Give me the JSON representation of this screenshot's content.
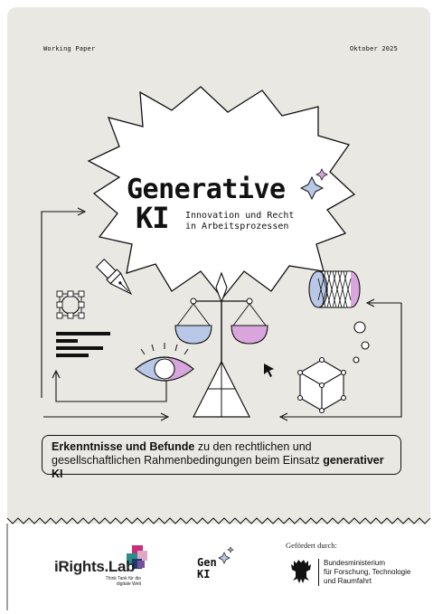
{
  "header": {
    "doc_type": "Working Paper",
    "date": "Oktober 2025"
  },
  "title": {
    "line1": "Generative",
    "line2": "KI",
    "subtitle_line1": "Innovation und Recht",
    "subtitle_line2": "in Arbeitsprozessen"
  },
  "findings": {
    "bold_start": "Erkenntnisse und Befunde",
    "middle": " zu den rechtlichen und gesellschaftlichen Rahmenbedingungen beim Einsatz ",
    "bold_end": "generativer KI"
  },
  "footer": {
    "irights_name": "iRights.Lab",
    "irights_tag_line1": "Think Tank für die",
    "irights_tag_line2": "digitale Welt",
    "genki_line1": "Gen",
    "genki_line2": "KI",
    "funded_label": "Gefördert durch:",
    "ministry_line1": "Bundesministerium",
    "ministry_line2": "für Forschung, Technologie",
    "ministry_line3": "und Raumfahrt"
  },
  "colors": {
    "background": "#e9e8e2",
    "blue_accent": "#b9c8e6",
    "pink_accent": "#d8a6dc",
    "magenta": "#c4307a",
    "teal": "#2a8c8c"
  },
  "icons": [
    "sparkle-icon",
    "fountain-pen-icon",
    "scale-icon",
    "coil-icon",
    "eye-icon",
    "cube-icon",
    "cursor-icon",
    "vector-shape-icon",
    "text-lines-icon",
    "federal-eagle-icon"
  ]
}
